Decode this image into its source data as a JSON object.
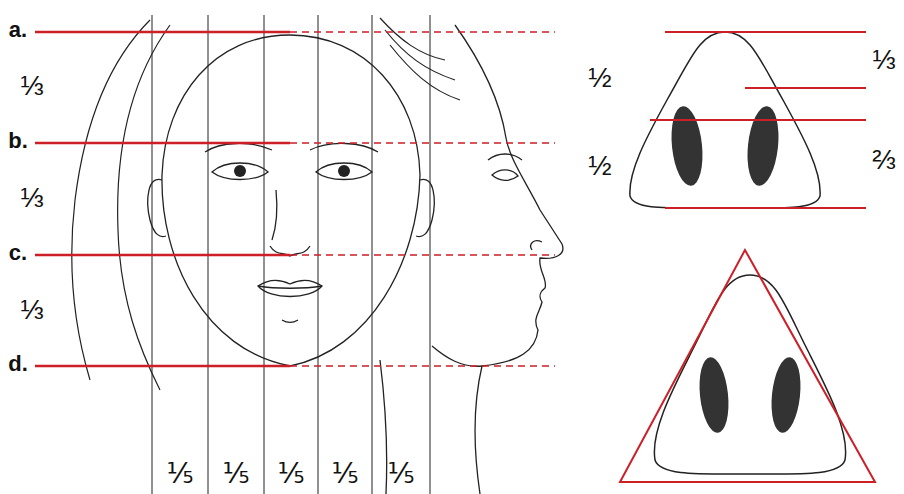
{
  "diagram": {
    "labels": [
      "a.",
      "⅓",
      "b.",
      "⅓",
      "c.",
      "⅓",
      "d.",
      "⅕",
      "⅕",
      "⅕",
      "⅕",
      "⅕",
      "½",
      "⅓",
      "⅔",
      "½"
    ]
  }
}
